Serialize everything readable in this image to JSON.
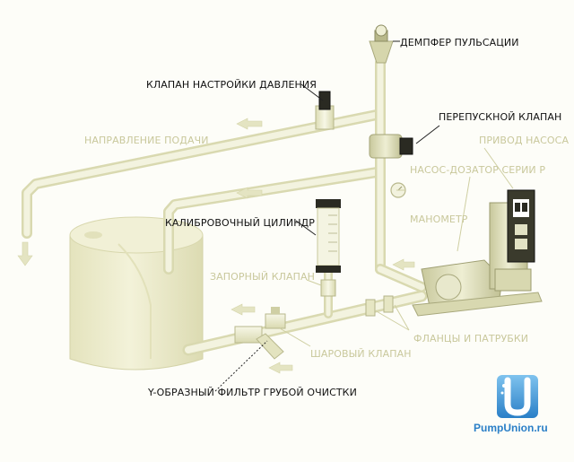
{
  "labels": {
    "pulsation_damper": "ДЕМПФЕР ПУЛЬСАЦИИ",
    "pressure_valve": "КЛАПАН НАСТРОЙКИ ДАВЛЕНИЯ",
    "bypass_valve": "ПЕРЕПУСКНОЙ КЛАПАН",
    "flow_direction": "НАПРАВЛЕНИЕ ПОДАЧИ",
    "pump_drive": "ПРИВОД НАСОСА",
    "dosing_pump": "НАСОС-ДОЗАТОР СЕРИИ P",
    "manometer": "МАНОМЕТР",
    "calibration_cylinder": "КАЛИБРОВОЧНЫЙ ЦИЛИНДР",
    "shutoff_valve": "ЗАПОРНЫЙ КЛАПАН",
    "flanges": "ФЛАНЦЫ И ПАТРУБКИ",
    "ball_valve": "ШАРОВЫЙ КЛАПАН",
    "y_filter": "Y-ОБРАЗНЫЙ ФИЛЬТР ГРУБОЙ ОЧИСТКИ"
  },
  "logo": {
    "text": "PumpUnion.ru",
    "letter": "U"
  },
  "colors": {
    "pipe": "#e9e9c6",
    "tank": "#ecebc9",
    "dark_label": "#111111",
    "faded_label": "#c9c89c",
    "logo_blue": "#2a7fc7"
  }
}
